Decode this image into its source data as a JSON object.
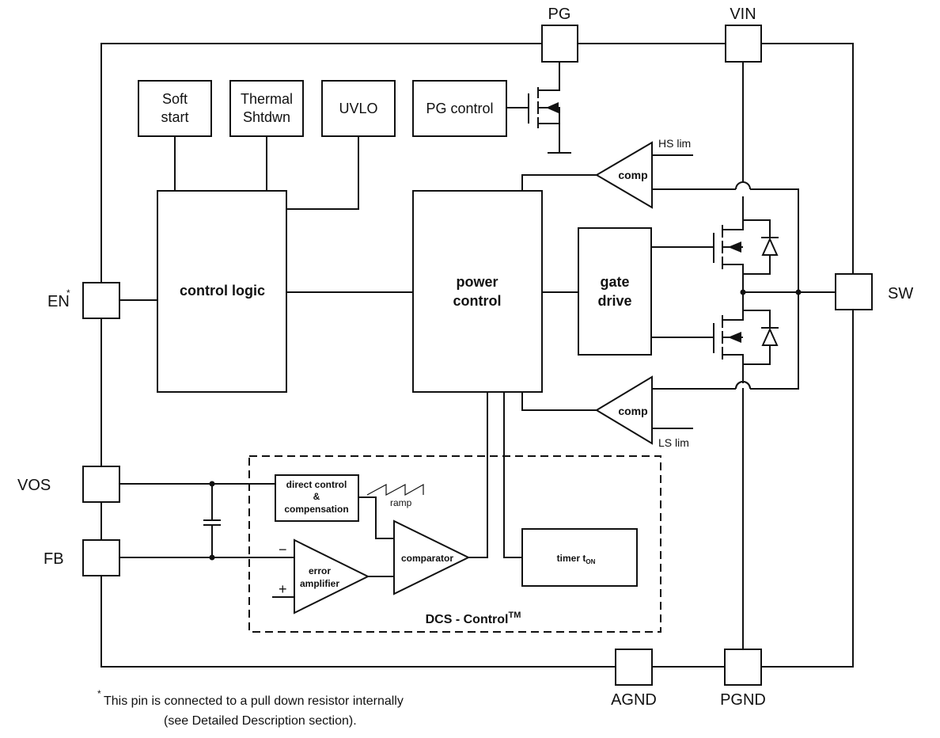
{
  "pins": {
    "pg": "PG",
    "vin": "VIN",
    "en": "EN",
    "en_star": "*",
    "sw": "SW",
    "vos": "VOS",
    "fb": "FB",
    "agnd": "AGND",
    "pgnd": "PGND"
  },
  "blocks": {
    "soft_start_1": "Soft",
    "soft_start_2": "start",
    "thermal_1": "Thermal",
    "thermal_2": "Shtdwn",
    "uvlo": "UVLO",
    "pg_control": "PG control",
    "control_logic": "control logic",
    "power_control_1": "power",
    "power_control_2": "control",
    "gate_drive_1": "gate",
    "gate_drive_2": "drive",
    "comp_hs": "comp",
    "comp_ls": "comp",
    "hs_lim": "HS lim",
    "ls_lim": "LS lim",
    "direct_control_1": "direct control",
    "direct_control_2": "&",
    "direct_control_3": "compensation",
    "ramp": "ramp",
    "comparator": "comparator",
    "error_amp_1": "error",
    "error_amp_2": "amplifier",
    "minus": "−",
    "plus": "+",
    "timer": "timer t",
    "timer_sub": "ON",
    "dcs_label": "DCS - Control",
    "dcs_tm": "TM"
  },
  "footnote": {
    "star": "*",
    "line1": "This pin is connected to a pull down resistor internally",
    "line2": "(see Detailed Description section)."
  }
}
